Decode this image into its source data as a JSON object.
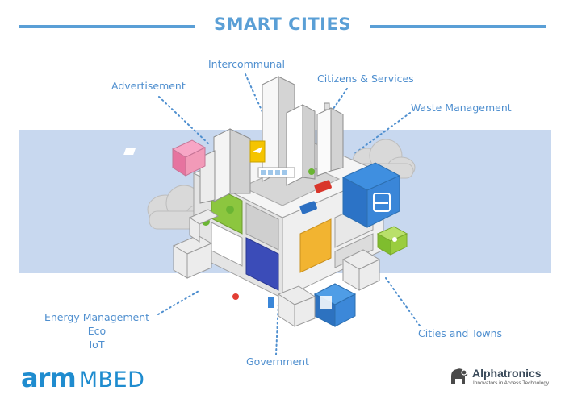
{
  "title": "SMART CITIES",
  "labels": {
    "advertisement": "Advertisement",
    "intercommunal": "Intercommunal",
    "citizens_services": "Citizens & Services",
    "waste_management": "Waste Management",
    "energy_lines": [
      "Energy Management",
      "Eco",
      "IoT"
    ],
    "government": "Government",
    "cities_towns": "Cities and Towns"
  },
  "logos": {
    "arm_word": "arm",
    "mbed_word": "MBED",
    "alpha_name": "Alphatronics",
    "alpha_tagline": "Innovators in Access Technology"
  },
  "colors": {
    "accent": "#5a9fd6",
    "band": "#c8d8ef",
    "label": "#4f8fcf"
  }
}
